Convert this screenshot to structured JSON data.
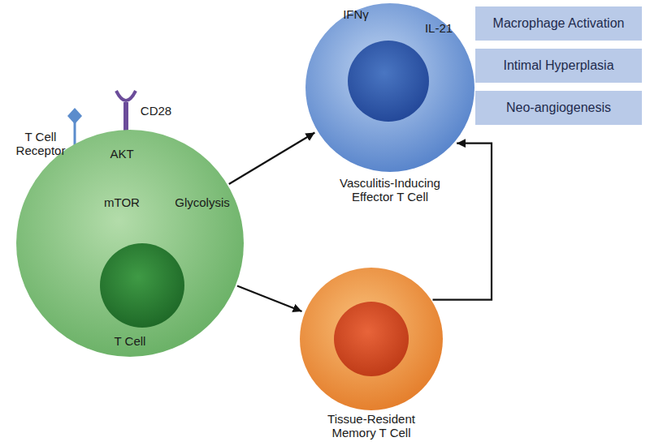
{
  "diagram": {
    "nodes": [
      {
        "text": [
          "T Cell"
        ]
      },
      {
        "text": [
          "Vasculitis-Inducing Effector T Cell"
        ]
      },
      {
        "text": [
          "Macrophage Activation"
        ]
      },
      {
        "text": [
          "Intimal Hyperplasia"
        ]
      },
      {
        "text": [
          "Neo-angiogenesis"
        ]
      },
      {
        "text": [
          "Tissue-Resident Memory T Cell"
        ]
      }
    ],
    "edges": [
      {
        "from": 0,
        "to": 1,
        "arrow": "to"
      },
      {
        "from": 0,
        "to": 5,
        "arrow": "to"
      },
      {
        "from": 5,
        "to": 1,
        "arrow": "to"
      }
    ],
    "labels": [
      "T Cell Receptor",
      "CD28",
      "AKT",
      "mTOR",
      "Glycolysis",
      "IFNγ",
      "IL-21"
    ]
  }
}
